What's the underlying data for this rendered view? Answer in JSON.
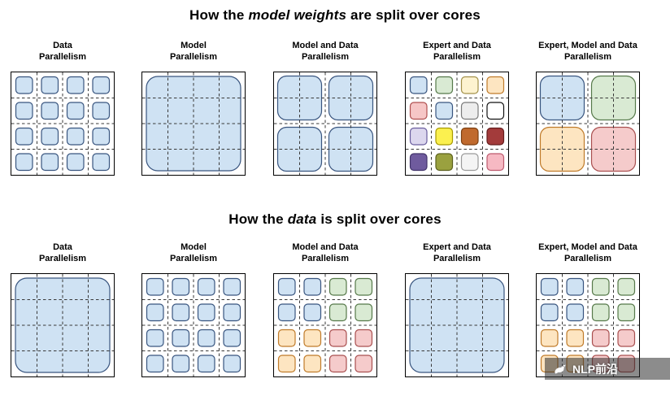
{
  "main_titles": {
    "weights": {
      "prefix": "How the ",
      "emphasis": "model weights",
      "suffix": " are split over cores"
    },
    "data": {
      "prefix": "How the ",
      "emphasis": "data",
      "suffix": " is split over cores"
    }
  },
  "palette": {
    "blue": {
      "fill": "#cfe2f3",
      "stroke": "#39557f"
    },
    "green": {
      "fill": "#d9ead3",
      "stroke": "#56794a"
    },
    "orange": {
      "fill": "#fde5c1",
      "stroke": "#c07b2a"
    },
    "red": {
      "fill": "#f5cbcb",
      "stroke": "#a94f4f"
    },
    "cream": {
      "fill": "#fdf3d0",
      "stroke": "#a3914a"
    },
    "salmon": {
      "fill": "#f6c6c6",
      "stroke": "#b05050"
    },
    "lightgray": {
      "fill": "#ededed",
      "stroke": "#7a7a7a"
    },
    "white": {
      "fill": "#ffffff",
      "stroke": "#111111"
    },
    "lavender": {
      "fill": "#dcd7ee",
      "stroke": "#6a5e9e"
    },
    "yellow": {
      "fill": "#fbf04f",
      "stroke": "#a89a00"
    },
    "brown": {
      "fill": "#c06a2e",
      "stroke": "#7c3f10"
    },
    "darkred": {
      "fill": "#a33b3b",
      "stroke": "#641d1d"
    },
    "purple": {
      "fill": "#6f5b9e",
      "stroke": "#42346b"
    },
    "olive": {
      "fill": "#9aa13f",
      "stroke": "#5c611f"
    },
    "palegray": {
      "fill": "#f4f4f4",
      "stroke": "#9a9a9a"
    },
    "pink": {
      "fill": "#f6b9c3",
      "stroke": "#bd5a6e"
    }
  },
  "rows": [
    {
      "id": "weights",
      "panels": [
        {
          "title_lines": [
            "Data",
            "Parallelism"
          ],
          "layout": "grid16",
          "cells": [
            "blue",
            "blue",
            "blue",
            "blue",
            "blue",
            "blue",
            "blue",
            "blue",
            "blue",
            "blue",
            "blue",
            "blue",
            "blue",
            "blue",
            "blue",
            "blue"
          ]
        },
        {
          "title_lines": [
            "Model",
            "Parallelism"
          ],
          "layout": "full",
          "cells": [
            "blue"
          ]
        },
        {
          "title_lines": [
            "Model and Data",
            "Parallelism"
          ],
          "layout": "quad",
          "cells": [
            "blue",
            "blue",
            "blue",
            "blue"
          ]
        },
        {
          "title_lines": [
            "Expert and Data",
            "Parallelism"
          ],
          "layout": "grid16",
          "cells": [
            "blue",
            "green",
            "cream",
            "orange",
            "salmon",
            "blue",
            "lightgray",
            "white",
            "lavender",
            "yellow",
            "brown",
            "darkred",
            "purple",
            "olive",
            "palegray",
            "pink"
          ]
        },
        {
          "title_lines": [
            "Expert, Model and Data",
            "Parallelism"
          ],
          "layout": "quad",
          "cells": [
            "blue",
            "green",
            "orange",
            "red"
          ]
        }
      ]
    },
    {
      "id": "data",
      "panels": [
        {
          "title_lines": [
            "Data",
            "Parallelism"
          ],
          "layout": "full",
          "cells": [
            "blue"
          ]
        },
        {
          "title_lines": [
            "Model",
            "Parallelism"
          ],
          "layout": "grid16",
          "cells": [
            "blue",
            "blue",
            "blue",
            "blue",
            "blue",
            "blue",
            "blue",
            "blue",
            "blue",
            "blue",
            "blue",
            "blue",
            "blue",
            "blue",
            "blue",
            "blue"
          ]
        },
        {
          "title_lines": [
            "Model and Data",
            "Parallelism"
          ],
          "layout": "grid16",
          "cells": [
            "blue",
            "blue",
            "green",
            "green",
            "blue",
            "blue",
            "green",
            "green",
            "orange",
            "orange",
            "red",
            "red",
            "orange",
            "orange",
            "red",
            "red"
          ]
        },
        {
          "title_lines": [
            "Expert and Data",
            "Parallelism"
          ],
          "layout": "full",
          "cells": [
            "blue"
          ]
        },
        {
          "title_lines": [
            "Expert, Model and Data",
            "Parallelism"
          ],
          "layout": "grid16",
          "cells": [
            "blue",
            "blue",
            "green",
            "green",
            "blue",
            "blue",
            "green",
            "green",
            "orange",
            "orange",
            "red",
            "red",
            "orange",
            "orange",
            "red",
            "red"
          ]
        }
      ]
    }
  ],
  "watermark": {
    "text": "NLP前沿",
    "icon": "bird-icon"
  }
}
